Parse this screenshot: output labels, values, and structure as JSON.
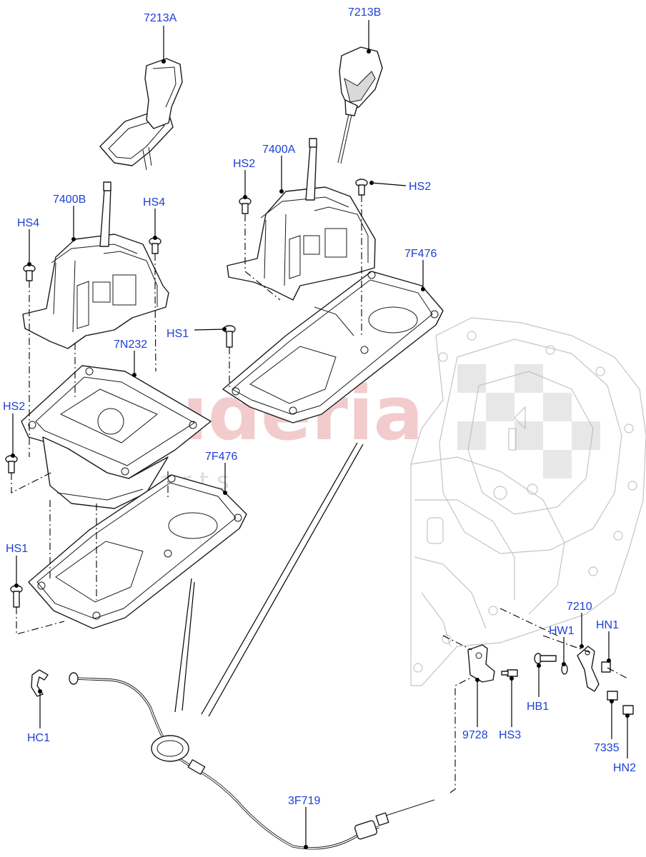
{
  "watermark": {
    "brand": "Scuderia",
    "sub": "p a r t s"
  },
  "labels": {
    "l_7213A": "7213A",
    "l_7213B": "7213B",
    "l_7400A": "7400A",
    "l_7400B": "7400B",
    "l_HS2_a": "HS2",
    "l_HS2_b": "HS2",
    "l_HS2_c": "HS2",
    "l_HS4_a": "HS4",
    "l_HS4_b": "HS4",
    "l_7F476_a": "7F476",
    "l_7F476_b": "7F476",
    "l_HS1_a": "HS1",
    "l_HS1_b": "HS1",
    "l_7N232": "7N232",
    "l_HC1": "HC1",
    "l_3F719": "3F719",
    "l_9728": "9728",
    "l_HS3": "HS3",
    "l_HB1": "HB1",
    "l_HW1": "HW1",
    "l_7210": "7210",
    "l_HN1": "HN1",
    "l_7335": "7335",
    "l_HN2": "HN2"
  }
}
